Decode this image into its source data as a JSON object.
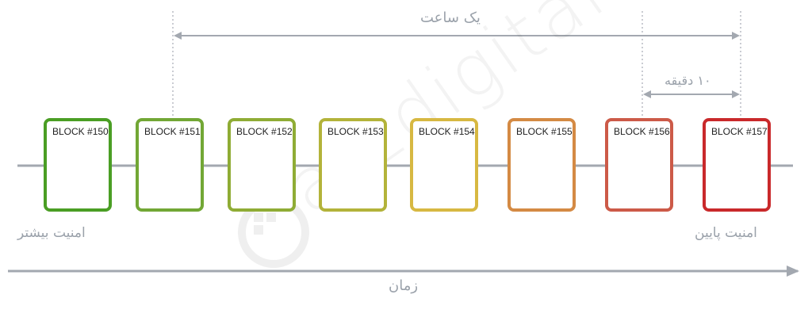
{
  "watermark": "arzdigital",
  "labels": {
    "one_hour": "یک ساعت",
    "ten_minutes": "۱۰ دقیقه",
    "more_security": "امنیت بیشتر",
    "less_security": "امنیت پایین",
    "time": "زمان"
  },
  "blocks": [
    {
      "label": "BLOCK #150",
      "color": "#4a9e24"
    },
    {
      "label": "BLOCK #151",
      "color": "#72a735"
    },
    {
      "label": "BLOCK #152",
      "color": "#8fac35"
    },
    {
      "label": "BLOCK #153",
      "color": "#b3b33a"
    },
    {
      "label": "BLOCK #154",
      "color": "#d7b842"
    },
    {
      "label": "BLOCK #155",
      "color": "#d48a44"
    },
    {
      "label": "BLOCK #156",
      "color": "#cc5a48"
    },
    {
      "label": "BLOCK #157",
      "color": "#c9292b"
    }
  ],
  "colors": {
    "line": "#a3a8b0",
    "text": "#9aa1aa"
  }
}
